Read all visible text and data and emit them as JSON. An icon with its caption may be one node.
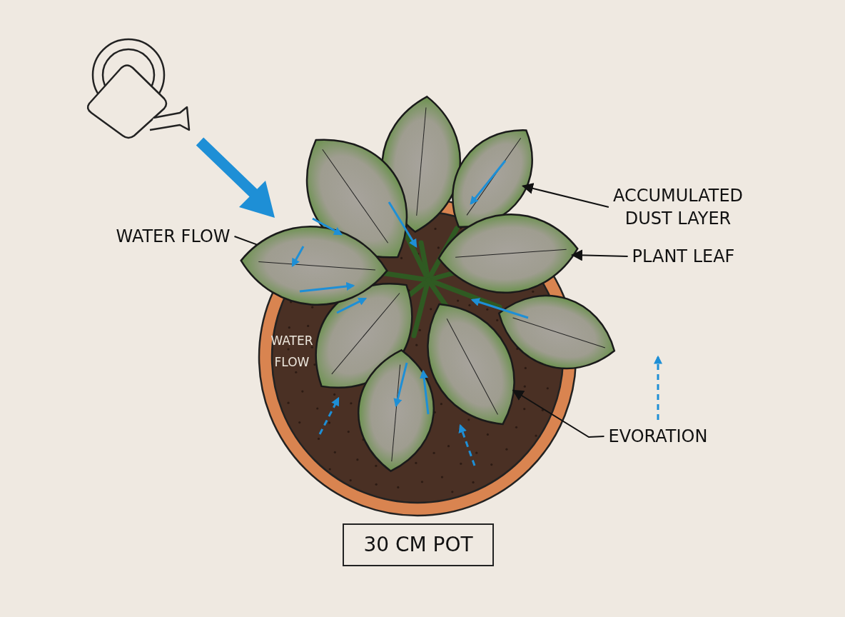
{
  "diagram": {
    "nodes": [
      {
        "text": [
          "ACCUMULATED DUST LAYER"
        ]
      },
      {
        "text": [],
        "shape": "leaf"
      },
      {
        "text": [
          "PLANT LEAF"
        ]
      },
      {
        "text": [],
        "shape": "leaf"
      },
      {
        "text": [
          "WATER FLOW"
        ]
      },
      {
        "text": [],
        "shape": "leaf"
      },
      {
        "text": [
          "EVORATION"
        ]
      },
      {
        "text": [],
        "shape": "leaf"
      },
      {
        "text": [
          "30 CM POT"
        ]
      }
    ],
    "edges": [
      {
        "from": 0,
        "to": 1,
        "arrow": "to"
      },
      {
        "from": 2,
        "to": 3,
        "arrow": "to"
      },
      {
        "from": 4,
        "to": 5,
        "arrow": "none"
      },
      {
        "from": 6,
        "to": 7,
        "arrow": "to"
      }
    ],
    "labels": [
      "WATER FLOW"
    ]
  }
}
